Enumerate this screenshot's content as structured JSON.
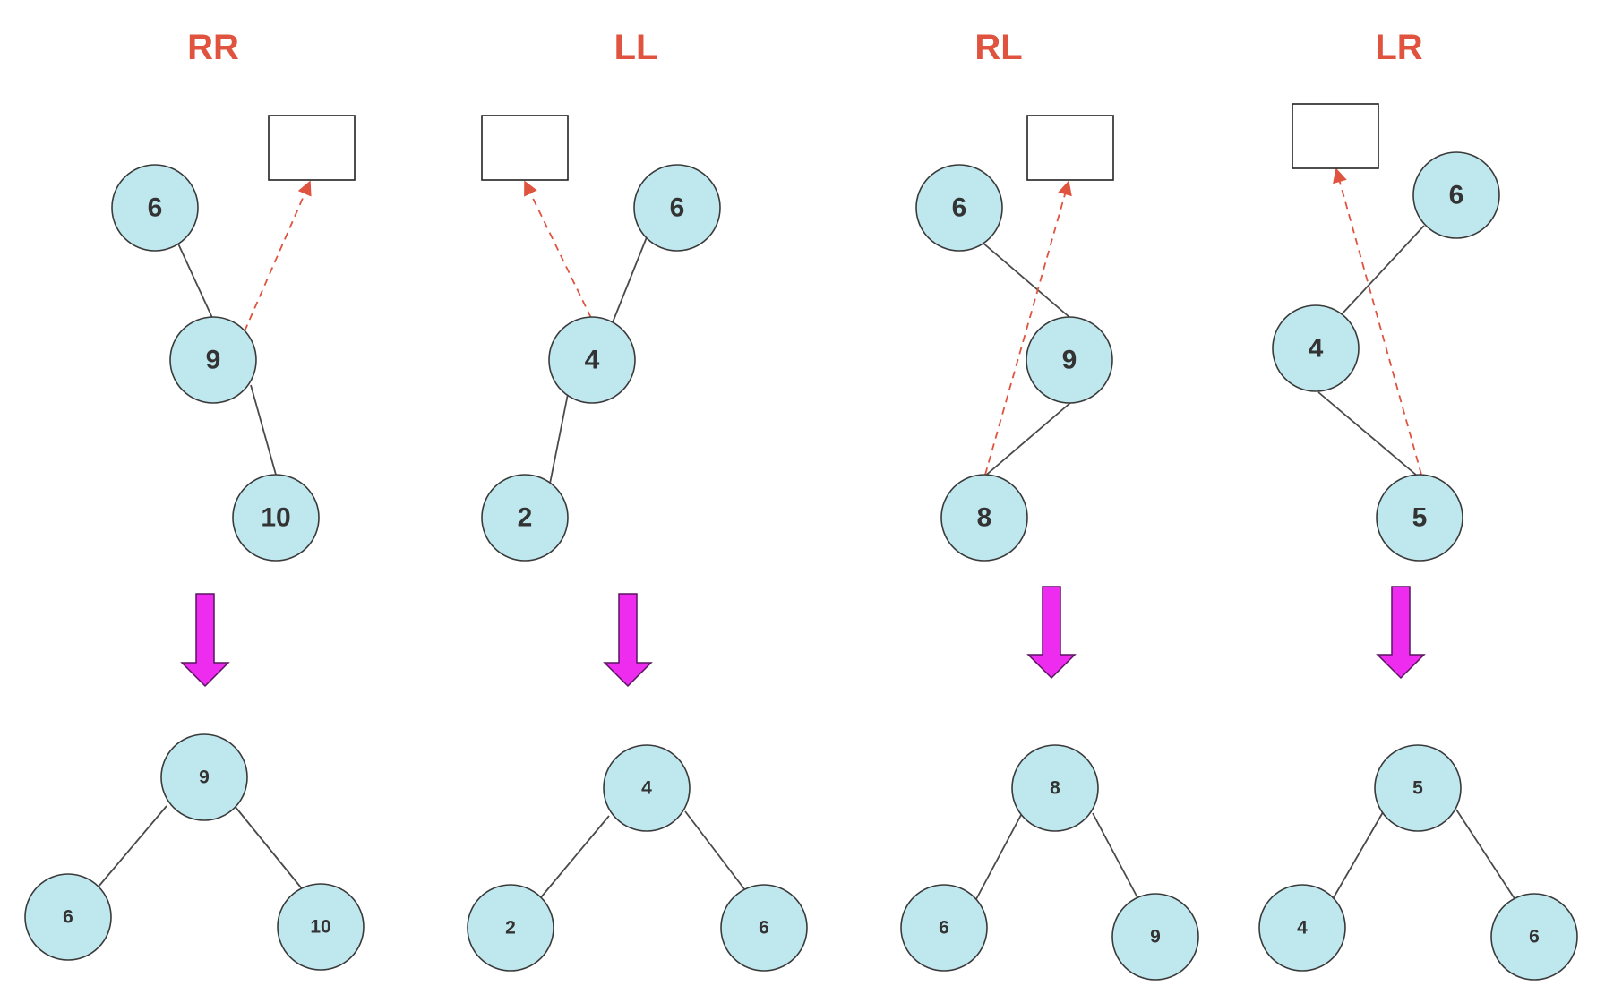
{
  "colors": {
    "title": "#e0533f",
    "node_fill": "#bfe7ee",
    "node_stroke": "#3a3a3a",
    "edge": "#4a4a4a",
    "dashed_arrow": "#e0533f",
    "down_arrow_fill": "#ee2cf0",
    "down_arrow_stroke": "#5a1460",
    "label": "#333333"
  },
  "cases": [
    {
      "title": "RR",
      "before": {
        "nodes": [
          "6",
          "9",
          "10"
        ]
      },
      "after": {
        "root": "9",
        "left": "6",
        "right": "10"
      }
    },
    {
      "title": "LL",
      "before": {
        "nodes": [
          "6",
          "4",
          "2"
        ]
      },
      "after": {
        "root": "4",
        "left": "2",
        "right": "6"
      }
    },
    {
      "title": "RL",
      "before": {
        "nodes": [
          "6",
          "9",
          "8"
        ]
      },
      "after": {
        "root": "8",
        "left": "6",
        "right": "9"
      }
    },
    {
      "title": "LR",
      "before": {
        "nodes": [
          "6",
          "4",
          "5"
        ]
      },
      "after": {
        "root": "5",
        "left": "4",
        "right": "6"
      }
    }
  ]
}
